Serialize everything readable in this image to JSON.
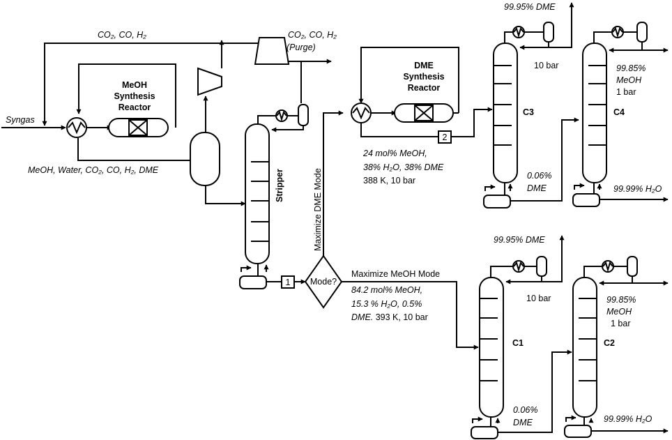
{
  "labels": {
    "syngas": "Syngas",
    "recycle_gas": "CO₂, CO, H₂",
    "purge_gas": "CO₂, CO, H₂",
    "purge": "(Purge)",
    "meoh_reactor_1": "MeOH",
    "meoh_reactor_2": "Synthesis",
    "meoh_reactor_3": "Reactor",
    "reactor_outlet": "MeOH, Water, CO₂, CO, H₂, DME",
    "stripper": "Stripper",
    "mode_decision": "Mode?",
    "stream_1": "1",
    "stream_2": "2",
    "max_dme_mode": "Maximize DME Mode",
    "max_meoh_mode": "Maximize MeOH Mode",
    "dme_reactor_1": "DME",
    "dme_reactor_2": "Synthesis",
    "dme_reactor_3": "Reactor",
    "dme_feed_1": "24 mol% MeOH,",
    "dme_feed_2": "38% H₂O, 38% DME",
    "dme_feed_3": "388 K, 10 bar",
    "meoh_feed_1": "84.2 mol% MeOH,",
    "meoh_feed_2": "15.3 % H₂O, 0.5%",
    "meoh_feed_3a": "DME.",
    "meoh_feed_3b": " 393 K, 10 bar",
    "c3": "C3",
    "c4": "C4",
    "c1": "C1",
    "c2": "C2",
    "top_dme_purity_a": "99.95% DME",
    "top_dme_purity_b": "99.95% DME",
    "pressure_10bar_a": "10 bar",
    "pressure_10bar_b": "10 bar",
    "meoh_product_a_1": "99.85%",
    "meoh_product_a_2": "MeOH",
    "meoh_product_a_3": "1 bar",
    "meoh_product_b_1": "99.85%",
    "meoh_product_b_2": "MeOH",
    "meoh_product_b_3": "1 bar",
    "bottoms_dme_a_1": "0.06%",
    "bottoms_dme_a_2": "DME",
    "bottoms_dme_b_1": "0.06%",
    "bottoms_dme_b_2": "DME",
    "water_product_a": "99.99% H₂O",
    "water_product_b": "99.99% H₂O"
  }
}
